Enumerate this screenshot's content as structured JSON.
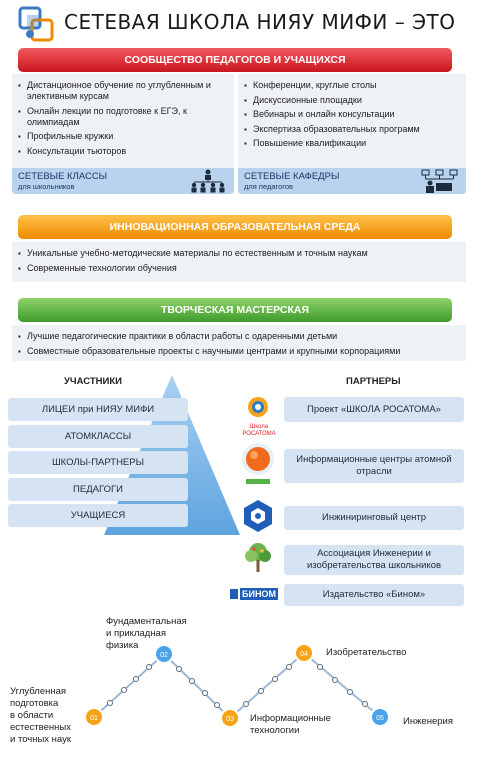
{
  "header": {
    "title": "СЕТЕВАЯ ШКОЛА НИЯУ МИФИ – ЭТО"
  },
  "sections": {
    "community": {
      "title": "СООБЩЕСТВО ПЕДАГОГОВ И УЧАЩИХСЯ",
      "left_items": [
        "Дистанционное обучение по углубленным и элективным курсам",
        "Онлайн лекции по подготовке к ЕГЭ, к олимпиадам",
        "Профильные кружки",
        "Консультации тьюторов"
      ],
      "right_items": [
        "Конференции, круглые столы",
        "Дискуссионные площадки",
        "Вебинары и онлайн консультации",
        "Экспертиза образовательных программ",
        "Повышение квалификации"
      ],
      "left_footer": {
        "main": "СЕТЕВЫЕ КЛАССЫ",
        "sub": "для школьников"
      },
      "right_footer": {
        "main": "СЕТЕВЫЕ КАФЕДРЫ",
        "sub": "для педагогов"
      }
    },
    "innovation": {
      "title": "ИННОВАЦИОННАЯ ОБРАЗОВАТЕЛЬНАЯ СРЕДА",
      "items": [
        "Уникальные учебно-методические материалы по естественным и точным наукам",
        "Современные технологии обучения"
      ]
    },
    "workshop": {
      "title": "ТВОРЧЕСКАЯ МАСТЕРСКАЯ",
      "items": [
        "Лучшие педагогические практики в области работы с одаренными детьми",
        "Совместные образовательные проекты с научными центрами и  крупными корпорациями"
      ]
    }
  },
  "participants": {
    "heading": "УЧАСТНИКИ",
    "items": [
      "ЛИЦЕИ при НИЯУ МИФИ",
      "АТОМКЛАССЫ",
      "ШКОЛЫ-ПАРТНЕРЫ",
      "ПЕДАГОГИ",
      "УЧАЩИЕСЯ"
    ]
  },
  "partners": {
    "heading": "ПАРТНЕРЫ",
    "items": [
      {
        "label": "Проект  «ШКОЛА РОСАТОМА»",
        "logo": "Школа РОСАТОМА",
        "icon": "rosatom-school-logo"
      },
      {
        "label": "Информационные центры атомной отрасли",
        "logo": "",
        "icon": "info-center-logo"
      },
      {
        "label": "Инжиниринговый центр",
        "logo": "",
        "icon": "engineering-center-logo"
      },
      {
        "label": "Ассоциация Инженерии и изобретательства школьников",
        "logo": "",
        "icon": "tree-logo"
      },
      {
        "label": "Издательство «Бином»",
        "logo": "БИНОМ",
        "icon": "binom-logo"
      }
    ]
  },
  "path": {
    "steps": [
      {
        "num": "01",
        "label_lines": [
          "Углубленная",
          "подготовка",
          "в области",
          "естественных",
          "и точных наук"
        ]
      },
      {
        "num": "02",
        "label_lines": [
          "Фундаментальная",
          "и прикладная",
          "физика"
        ]
      },
      {
        "num": "03",
        "label_lines": [
          "Информационные",
          "технологии"
        ]
      },
      {
        "num": "04",
        "label_lines": [
          "Изобретательство"
        ]
      },
      {
        "num": "05",
        "label_lines": [
          "Инженерия"
        ]
      }
    ]
  },
  "colors": {
    "red": "#d6262c",
    "orange": "#f5a21f",
    "green": "#5cb33d",
    "blue_light": "#d5e3f3",
    "blue_bar": "#b9d3ef",
    "triangle": "#7fb7e6"
  }
}
